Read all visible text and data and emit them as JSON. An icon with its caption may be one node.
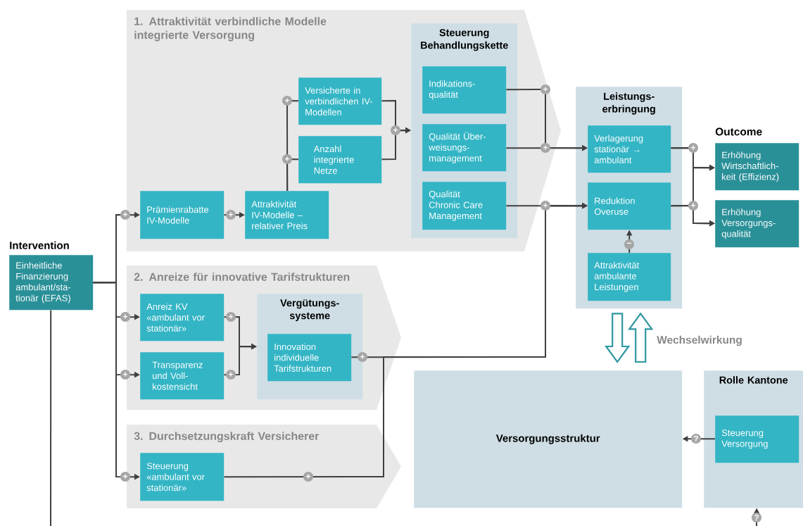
{
  "diagram": {
    "nodes": [
      {
        "text": [
          "Intervention",
          "Einheitliche Finanzierung ambulant/sta-tionär (EFAS)"
        ]
      },
      {
        "text": [
          "1. Attraktivität verbindliche Modelle integrierte Versorgung"
        ]
      },
      {
        "text": [
          "Prämienrabatte IV-Modelle"
        ],
        "in": 1
      },
      {
        "text": [
          "Attraktivität IV-Modelle – relativer Preis"
        ],
        "in": 1
      },
      {
        "text": [
          "Versicherte in verbindlichen IV-Modellen"
        ],
        "in": 1
      },
      {
        "text": [
          "Anzahl integrierte Netze"
        ],
        "in": 1
      },
      {
        "text": [
          "Steuerung Behandlungskette"
        ],
        "in": 1
      },
      {
        "text": [
          "Indikations-qualität"
        ],
        "in": 6
      },
      {
        "text": [
          "Qualität Über-weisungs-management"
        ],
        "in": 6
      },
      {
        "text": [
          "Qualität Chronic Care Management"
        ],
        "in": 6
      },
      {
        "text": [
          "Leistungs-erbringung"
        ]
      },
      {
        "text": [
          "Verlagerung stationär → ambulant"
        ],
        "in": 10
      },
      {
        "text": [
          "Reduktion Overuse"
        ],
        "in": 10
      },
      {
        "text": [
          "Attraktivität ambulante Leistungen"
        ],
        "in": 10
      },
      {
        "text": [
          "Erhöhung Wirtschaftlich-keit (Effizienz)"
        ]
      },
      {
        "text": [
          "Erhöhung Versorgungs-qualität"
        ]
      },
      {
        "text": [
          "2. Anreize für innovative Tarifstrukturen"
        ]
      },
      {
        "text": [
          "Anreiz KV «ambulant vor stationär»"
        ],
        "in": 16
      },
      {
        "text": [
          "Transparenz und Voll-kostensicht"
        ],
        "in": 16
      },
      {
        "text": [
          "Vergütungs-systeme"
        ],
        "in": 16
      },
      {
        "text": [
          "Innovation individuelle Tarifstrukturen"
        ],
        "in": 19
      },
      {
        "text": [
          "3. Durchsetzungskraft Versicherer"
        ]
      },
      {
        "text": [
          "Steuerung «ambulant vor stationär»"
        ],
        "in": 21
      },
      {
        "text": [
          "Versorgungsstruktur"
        ]
      },
      {
        "text": [
          "Rolle Kantone"
        ]
      },
      {
        "text": [
          "Steuerung Versorgung"
        ],
        "in": 24
      }
    ],
    "edges": [
      {
        "from": 0,
        "to": 2,
        "arrow": "to",
        "label": "+"
      },
      {
        "from": 0,
        "to": 17,
        "arrow": "to",
        "label": "+"
      },
      {
        "from": 0,
        "to": 18,
        "arrow": "to",
        "label": "+"
      },
      {
        "from": 0,
        "to": 22,
        "arrow": "to",
        "label": "+"
      },
      {
        "from": 2,
        "to": 3,
        "arrow": "to",
        "label": "+"
      },
      {
        "from": 3,
        "to": 4,
        "arrow": "none",
        "label": "+"
      },
      {
        "from": 3,
        "to": 5,
        "arrow": "none",
        "label": "+"
      },
      {
        "from": 4,
        "to": 6,
        "arrow": "to",
        "label": "+"
      },
      {
        "from": 5,
        "to": 6,
        "arrow": "to"
      },
      {
        "from": 7,
        "to": 11,
        "arrow": "to",
        "label": "+"
      },
      {
        "from": 8,
        "to": 11,
        "arrow": "to",
        "label": "+"
      },
      {
        "from": 9,
        "to": 12,
        "arrow": "to",
        "label": "+"
      },
      {
        "from": 17,
        "to": 19,
        "arrow": "to",
        "label": "+"
      },
      {
        "from": 18,
        "to": 19,
        "arrow": "to",
        "label": "+"
      },
      {
        "from": 20,
        "to": 12,
        "arrow": "to",
        "label": "+"
      },
      {
        "from": 22,
        "to": 12,
        "arrow": "to",
        "label": "+"
      },
      {
        "from": 11,
        "to": 14,
        "arrow": "to",
        "label": "+"
      },
      {
        "from": 11,
        "to": 15,
        "arrow": "to"
      },
      {
        "from": 12,
        "to": 14,
        "arrow": "to"
      },
      {
        "from": 12,
        "to": 15,
        "arrow": "to",
        "label": "+"
      },
      {
        "from": 13,
        "to": 12,
        "arrow": "to",
        "label": "−"
      },
      {
        "from": 25,
        "to": 23,
        "arrow": "to",
        "label": "?"
      },
      {
        "from": null,
        "to": 24,
        "arrow": "to",
        "label": "?"
      },
      {
        "from": 0,
        "to": null,
        "arrow": "none"
      },
      {
        "from": 10,
        "to": 23,
        "arrow": "to",
        "style": "thick",
        "color": "#2e96a0"
      },
      {
        "from": 23,
        "to": 10,
        "arrow": "to",
        "style": "thick",
        "color": "#2e96a0"
      }
    ],
    "labels": [
      "Outcome",
      "Wechselwirkung"
    ]
  }
}
